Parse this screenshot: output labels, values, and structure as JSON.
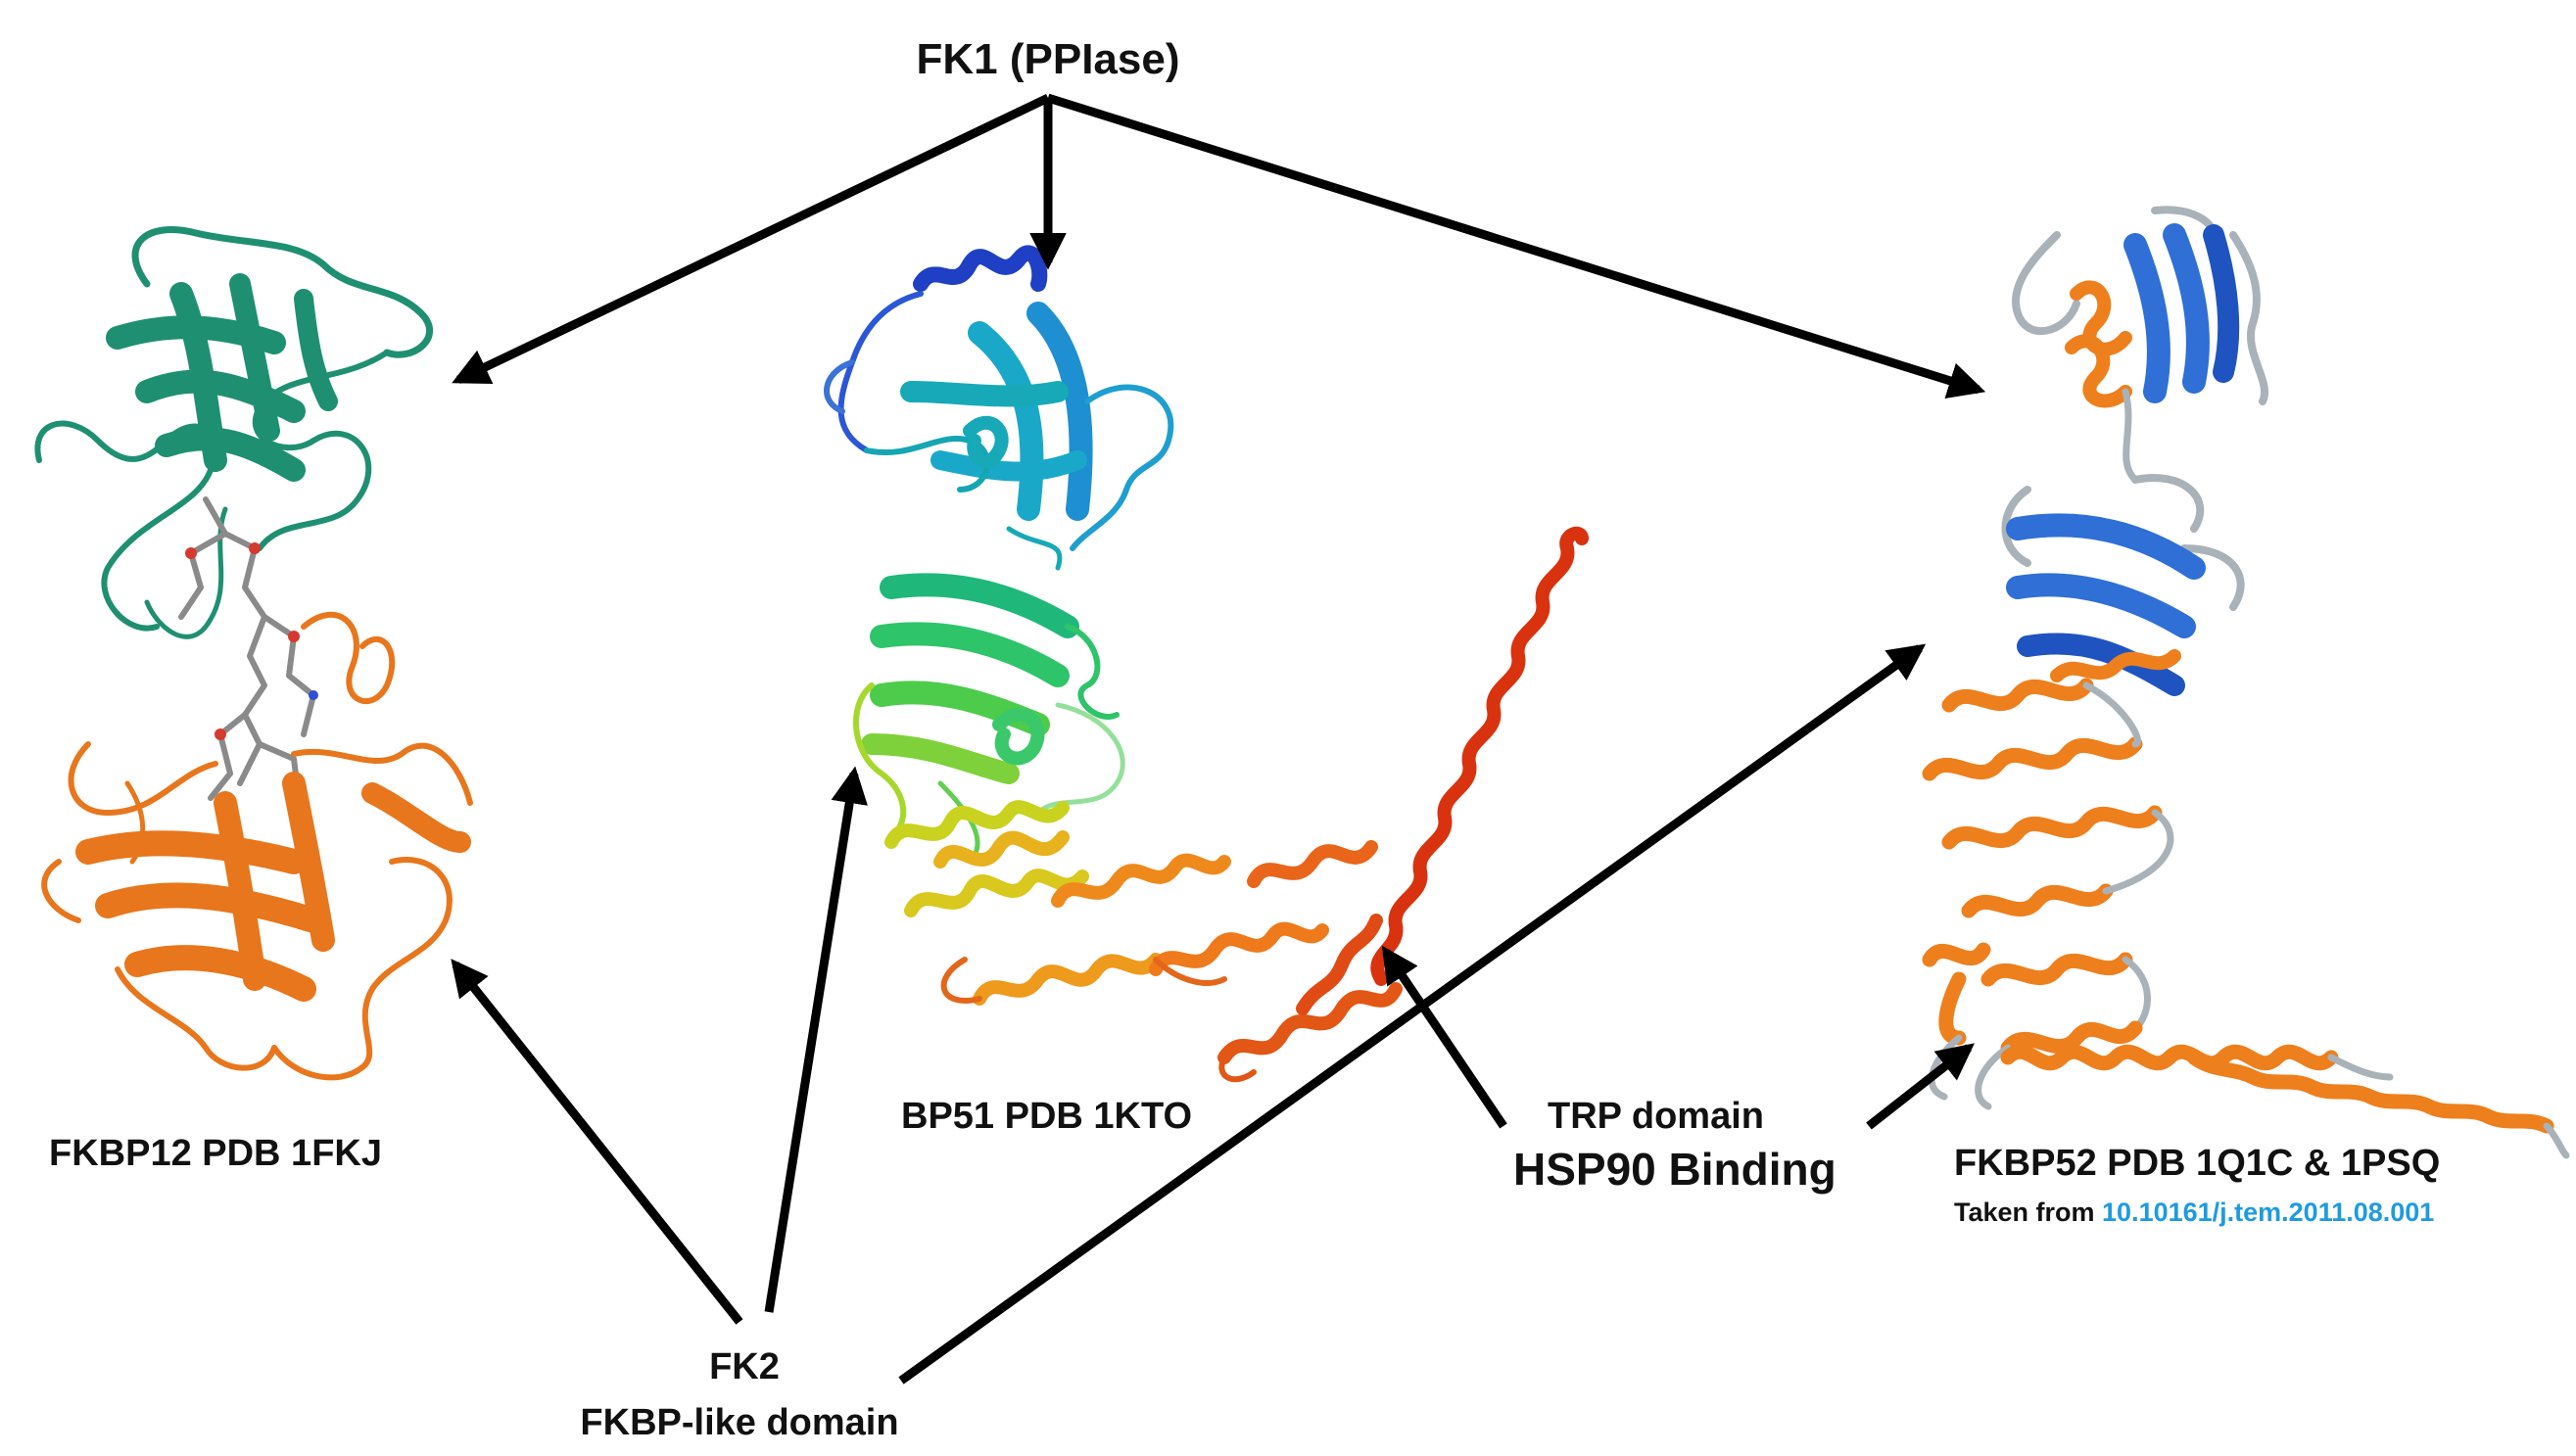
{
  "labels": {
    "fk1": "FK1 (PPIase)",
    "fkbp12": "FKBP12 PDB 1FKJ",
    "bp51": "BP51 PDB 1KTO",
    "trp_line1": "TRP domain",
    "trp_line2": "HSP90 Binding",
    "fkbp52": "FKBP52 PDB 1Q1C & 1PSQ",
    "fk2_line1": "FK2",
    "fk2_line2": "FKBP-like domain"
  },
  "reference": {
    "prefix": "Taken from ",
    "doi": "10.10161/j.tem.2011.08.001"
  },
  "colors": {
    "fkbp12_fk1": "#1f8f72",
    "fkbp12_fk2": "#e8761c",
    "fkbp12_ligand": "#8a8a8a",
    "fkbp51_blue": "#1f3fc4",
    "fkbp51_cyan": "#1aa8c9",
    "fkbp51_green": "#2ec46a",
    "fkbp51_yellow": "#c9d21e",
    "fkbp51_orange": "#ee8a1c",
    "fkbp51_red": "#d9320f",
    "fkbp52_blue": "#2f6fd6",
    "fkbp52_gray": "#a9b2b8",
    "fkbp52_orange": "#ee7f1d",
    "doi_link": "#1e9be0"
  }
}
